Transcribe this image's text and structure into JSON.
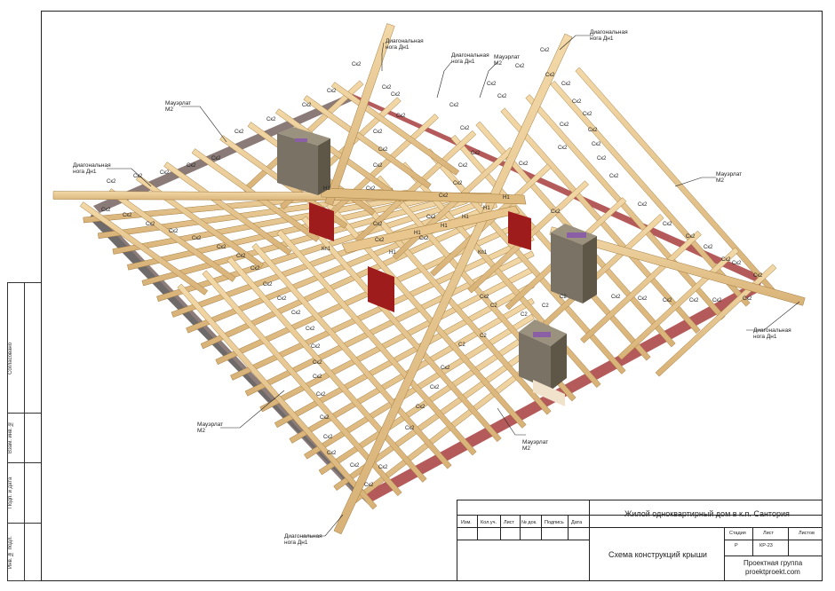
{
  "side_panel": {
    "labels": [
      "Согласовано",
      "Взам. инв. №",
      "Подп. и дата",
      "Инв. № подл."
    ]
  },
  "drawing": {
    "labels": {
      "diagonal_nl": "Диагональная\nнога Дн1",
      "diagonal_nl_2": "Диагональная\nнога Дн1",
      "diagonal_ntop": "Диагональная\nнога Дн1",
      "diagonal_ntopr": "Диагональная\nнога Дн1",
      "diagonal_nr": "Диагональная\nнога Дн1",
      "diagonal_nb": "Диагональная\nнога Дн1",
      "mauerlat_tl": "Мауэрлат\nМ2",
      "mauerlat_t": "Мауэрлат\nМ2",
      "mauerlat_r": "Мауэрлат\nМ2",
      "mauerlat_bl": "Мауэрлат\nМ2",
      "mauerlat_b": "Мауэрлат\nМ2"
    },
    "marks": {
      "rafter_short": "Ск2",
      "rafter": "С2",
      "post": "Н1",
      "strut": "Кп1"
    }
  },
  "title_block": {
    "project": "Жилой одноквартирный дом в к.п. Сантория",
    "sheet_title": "Схема конструкций крыши",
    "company": "Проектная группа",
    "website": "proektproekt.com",
    "columns": [
      "Изм.",
      "Кол.уч.",
      "Лист",
      "№ док.",
      "Подпись",
      "Дата"
    ],
    "stage_header": "Стадия",
    "sheet_header": "Лист",
    "sheets_header": "Листов",
    "stage_value": "Р",
    "sheet_value": "КР-23",
    "sheets_value": ""
  }
}
